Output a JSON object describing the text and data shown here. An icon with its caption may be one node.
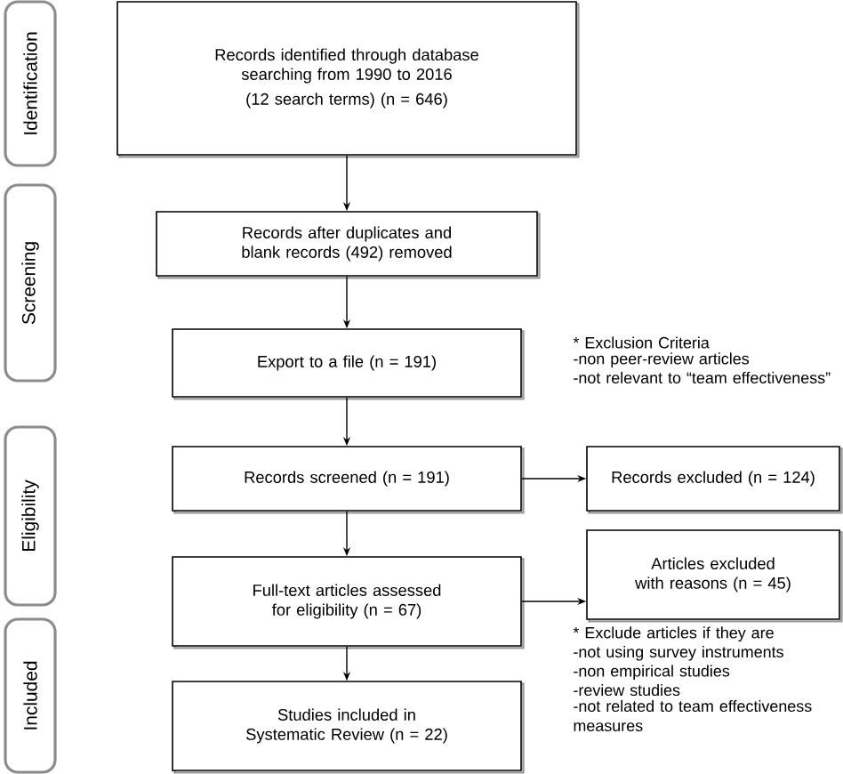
{
  "diagram": {
    "nodes": [
      {
        "text": [
          "Identification"
        ]
      },
      {
        "text": [
          "Screening"
        ]
      },
      {
        "text": [
          "Eligibility"
        ]
      },
      {
        "text": [
          "Included"
        ]
      },
      {
        "text": [
          "Records identified through database searching from 1990 to 2016",
          "(12 search terms) (n = 646)"
        ]
      },
      {
        "text": [
          "Records after duplicates and blank records (492) removed"
        ]
      },
      {
        "text": [
          "Export to a file (n = 191)"
        ]
      },
      {
        "text": [
          "Records screened (n = 191)"
        ]
      },
      {
        "text": [
          "Records excluded (n = 124)"
        ]
      },
      {
        "text": [
          "Full-text articles assessed for eligibility (n = 67)"
        ]
      },
      {
        "text": [
          "Articles excluded with reasons (n = 45)"
        ]
      },
      {
        "text": [
          "Studies included in Systematic Review (n = 22)"
        ]
      }
    ],
    "edges": [
      {
        "from": 4,
        "to": 5,
        "arrow": "to"
      },
      {
        "from": 5,
        "to": 6,
        "arrow": "to"
      },
      {
        "from": 6,
        "to": 7,
        "arrow": "to"
      },
      {
        "from": 7,
        "to": 8,
        "arrow": "to"
      },
      {
        "from": 7,
        "to": 9,
        "arrow": "to"
      },
      {
        "from": 9,
        "to": 10,
        "arrow": "to"
      },
      {
        "from": 9,
        "to": 11,
        "arrow": "to"
      }
    ],
    "labels": [
      "* Exclusion Criteria",
      "-non peer-review articles",
      "-not relevant to “team effectiveness”",
      "* Exclude articles if they are",
      "-not using survey instruments",
      "-non empirical studies",
      "-review studies",
      "-not related to team effectiveness measures"
    ]
  }
}
